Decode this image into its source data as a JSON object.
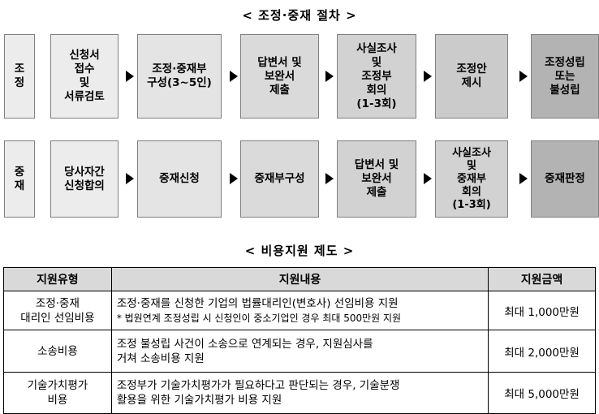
{
  "procedure": {
    "title": "< 조정·중재 절차 >",
    "mediation": {
      "label": "조\n정",
      "steps": [
        "신청서\n접수\n및\n서류검토",
        "조정·중재부\n구성(3~5인)",
        "답변서 및\n보완서\n제출",
        "사실조사\n및\n조정부\n회의\n(1-3회)",
        "조정안\n제시",
        "조정성립\n또는\n불성립"
      ]
    },
    "arbitration": {
      "label": "중\n재",
      "steps": [
        "당사자간\n신청합의",
        "중재신청",
        "중재부구성",
        "답변서 및\n보완서\n제출",
        "사실조사\n및\n중재부\n회의\n(1-3회)",
        "중재판정"
      ]
    },
    "arrow_icon": "right-triangle"
  },
  "support": {
    "title": "< 비용지원 제도 >",
    "headers": [
      "지원유형",
      "지원내용",
      "지원금액"
    ],
    "rows": [
      {
        "type_line1": "조정·중재",
        "type_line2": "대리인 선임비용",
        "content_line1": "조정·중재를 신청한 기업의 법률대리인(변호사) 선임비용 지원",
        "content_line2": "* 법원연계 조정성립 시 신청인이 중소기업인 경우 최대 500만원 지원",
        "amount": "최대 1,000만원"
      },
      {
        "type_line1": "소송비용",
        "type_line2": "",
        "content_line1": "조정 불성립 사건이 소송으로 연계되는 경우, 지원심사를",
        "content_line2": "거쳐 소송비용 지원",
        "amount": "최대 2,000만원"
      },
      {
        "type_line1": "기술가치평가",
        "type_line2": "비용",
        "content_line1": "조정부가 기술가치평가가 필요하다고 판단되는 경우, 기술분쟁",
        "content_line2": "활용을 위한 기술가치평가 비용 지원",
        "amount": "최대 5,000만원"
      }
    ]
  }
}
